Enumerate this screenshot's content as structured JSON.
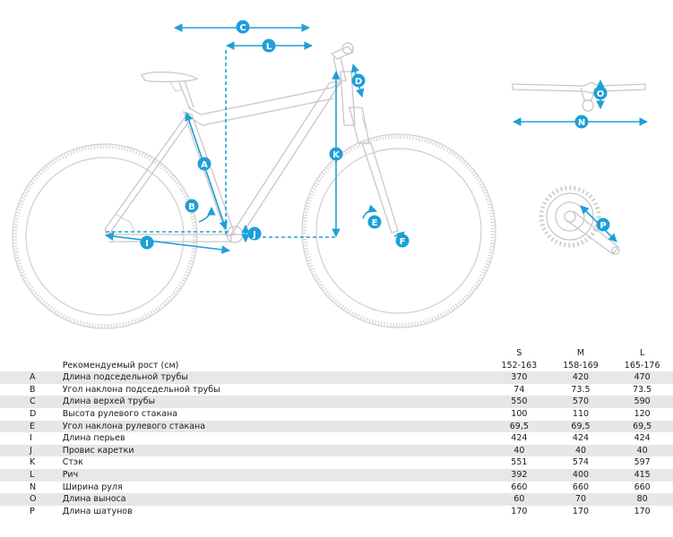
{
  "labels": {
    "A": "A",
    "B": "B",
    "C": "C",
    "D": "D",
    "E": "E",
    "F": "F",
    "I": "I",
    "J": "J",
    "K": "K",
    "L": "L",
    "N": "N",
    "O": "O",
    "P": "P"
  },
  "colors": {
    "accent": "#1e9fd8",
    "frame": "#c8c8c8",
    "row_shade": "#e7e7e7"
  },
  "table": {
    "sizes": [
      "S",
      "M",
      "L"
    ],
    "height_label": "Рекомендуемый рост (см)",
    "height_values": [
      "152-163",
      "158-169",
      "165-176"
    ],
    "rows": [
      {
        "code": "A",
        "name": "Длина подседельной трубы",
        "values": [
          "370",
          "420",
          "470"
        ]
      },
      {
        "code": "B",
        "name": "Угол наклона подседельной трубы",
        "values": [
          "74",
          "73.5",
          "73.5"
        ]
      },
      {
        "code": "C",
        "name": "Длина верхей трубы",
        "values": [
          "550",
          "570",
          "590"
        ]
      },
      {
        "code": "D",
        "name": "Высота рулевого стакана",
        "values": [
          "100",
          "110",
          "120"
        ]
      },
      {
        "code": "E",
        "name": "Угол наклона рулевого стакана",
        "values": [
          "69,5",
          "69,5",
          "69,5"
        ]
      },
      {
        "code": "I",
        "name": "Длина перьев",
        "values": [
          "424",
          "424",
          "424"
        ]
      },
      {
        "code": "J",
        "name": "Провис каретки",
        "values": [
          "40",
          "40",
          "40"
        ]
      },
      {
        "code": "K",
        "name": "Стэк",
        "values": [
          "551",
          "574",
          "597"
        ]
      },
      {
        "code": "L",
        "name": "Рич",
        "values": [
          "392",
          "400",
          "415"
        ]
      },
      {
        "code": "N",
        "name": "Ширина руля",
        "values": [
          "660",
          "660",
          "660"
        ]
      },
      {
        "code": "O",
        "name": "Длина выноса",
        "values": [
          "60",
          "70",
          "80"
        ]
      },
      {
        "code": "P",
        "name": "Длина шатунов",
        "values": [
          "170",
          "170",
          "170"
        ]
      }
    ]
  }
}
